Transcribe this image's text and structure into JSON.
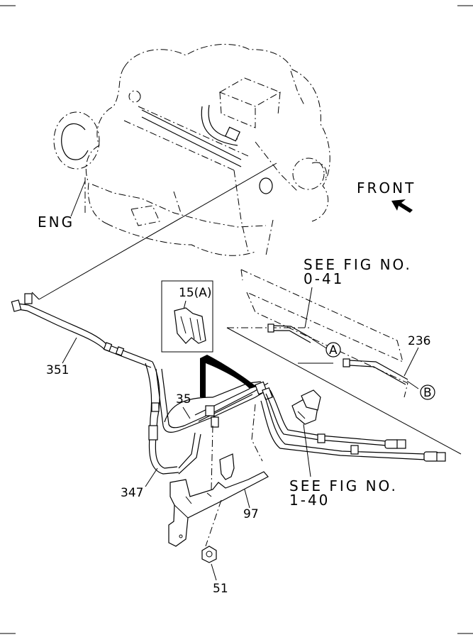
{
  "labels": {
    "eng": "ENG",
    "front": "FRONT",
    "see_fig_top_line1": "SEE FIG NO.",
    "see_fig_top_line2": "0-41",
    "see_fig_bottom_line1": "SEE FIG NO.",
    "see_fig_bottom_line2": "1-40",
    "part_15a": "15(A)",
    "part_236": "236",
    "part_351": "351",
    "part_35": "35",
    "part_347": "347",
    "part_97": "97",
    "part_51": "51",
    "callout_a": "A",
    "callout_b": "B"
  },
  "icons": {
    "front_arrow": "arrow-left-up",
    "engine_cover_symbol": "letter-c-circle"
  }
}
